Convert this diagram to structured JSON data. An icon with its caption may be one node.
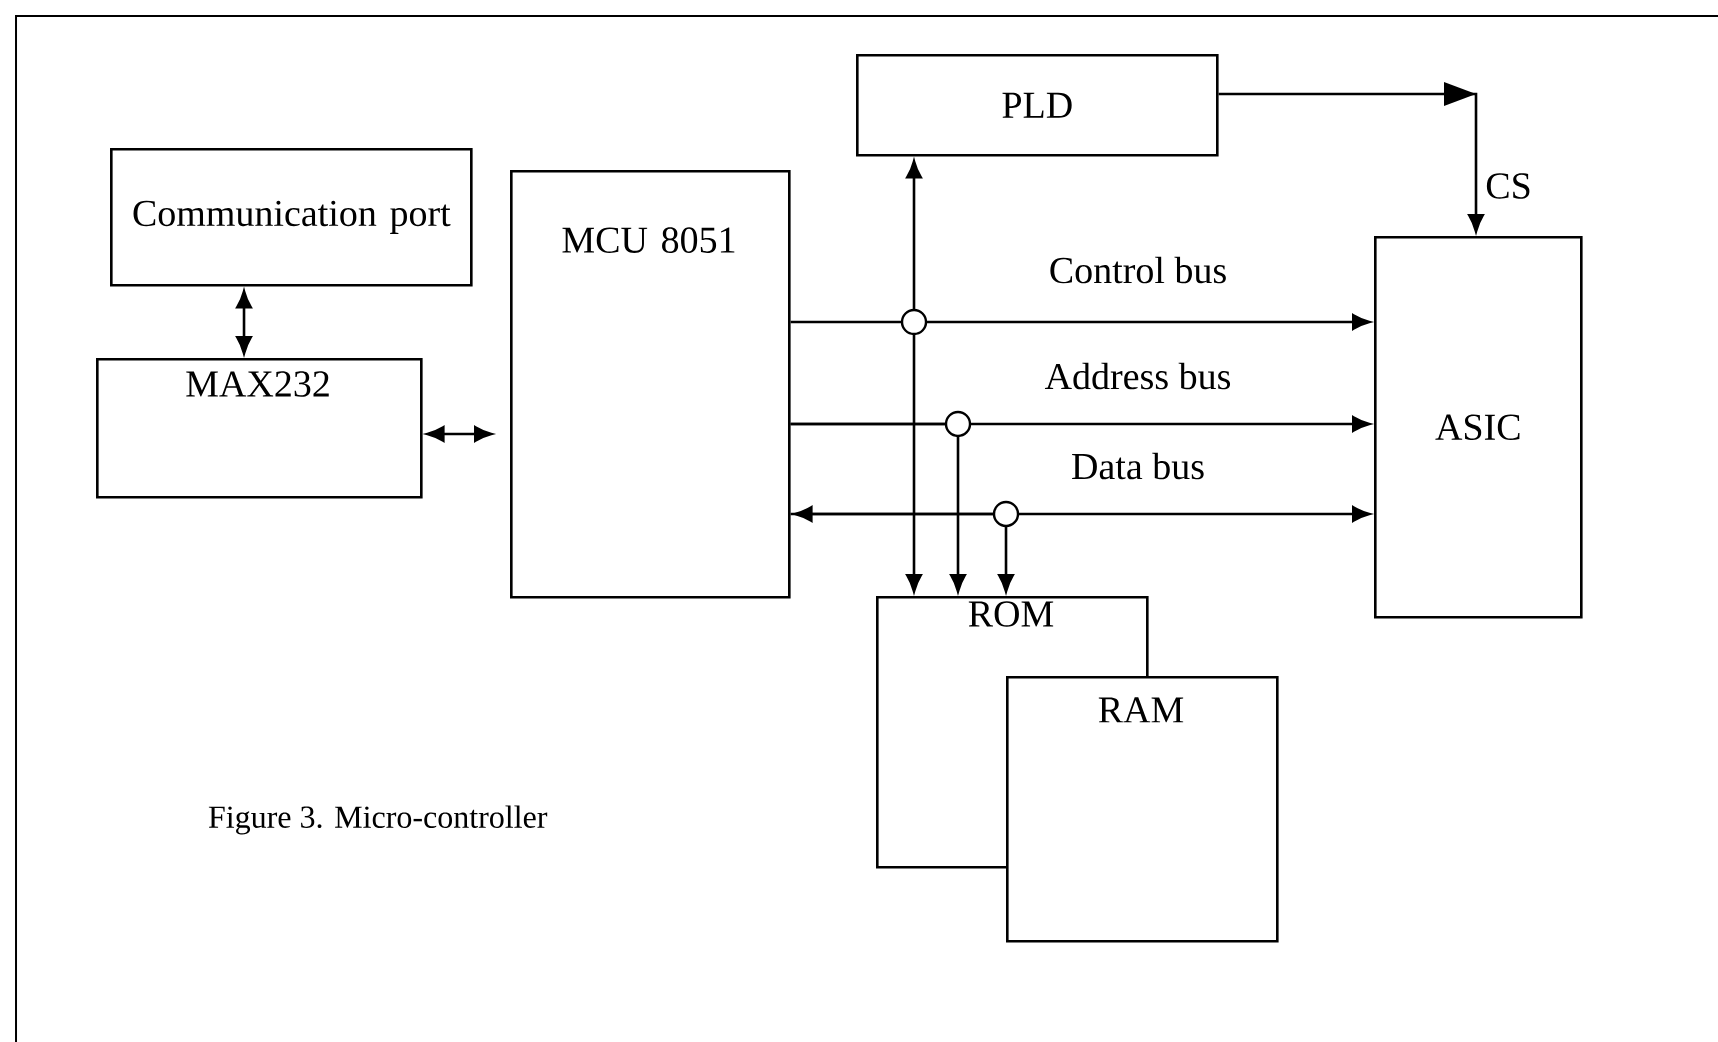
{
  "diagram": {
    "caption": "Figure 3. Micro-controller",
    "nodes": [
      {
        "text": [
          "PLD"
        ]
      },
      {
        "text": [
          "Communication port"
        ]
      },
      {
        "text": [
          "MAX232"
        ]
      },
      {
        "text": [
          "MCU 8051"
        ]
      },
      {
        "text": [
          "ASIC"
        ]
      },
      {
        "text": [
          "ROM"
        ]
      },
      {
        "text": [
          "RAM"
        ]
      }
    ],
    "edges": [
      {
        "from": 1,
        "to": 2,
        "arrow": "both"
      },
      {
        "from": 2,
        "to": 3,
        "arrow": "both"
      },
      {
        "from": 0,
        "to": 4,
        "arrow": "to",
        "label": "CS"
      },
      {
        "from": 0,
        "to": 5,
        "arrow": "both"
      },
      {
        "from": 3,
        "to": 4,
        "arrow": "to",
        "label": "Control bus"
      },
      {
        "from": 3,
        "to": 4,
        "arrow": "to",
        "label": "Address bus"
      },
      {
        "from": 3,
        "to": 5,
        "arrow": "to"
      },
      {
        "from": 3,
        "to": 4,
        "arrow": "both",
        "label": "Data bus"
      },
      {
        "from": 3,
        "to": 5,
        "arrow": "to"
      }
    ]
  }
}
